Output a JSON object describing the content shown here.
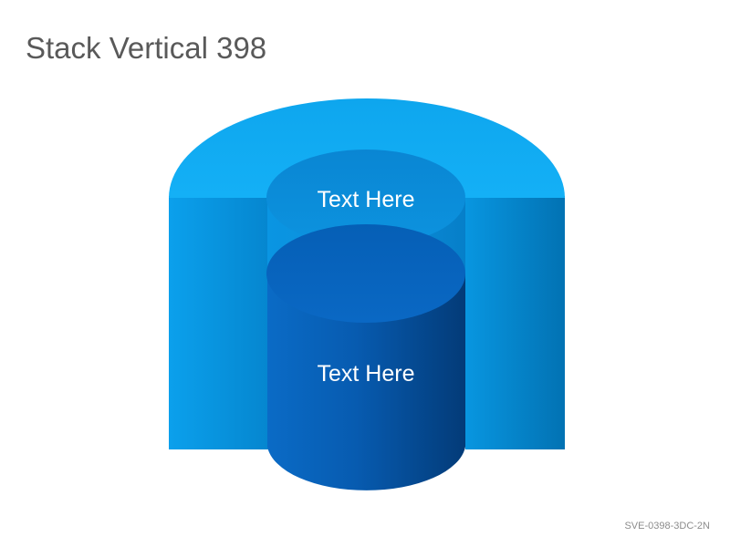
{
  "title": "Stack Vertical 398",
  "diagram": {
    "upper_label": "Text Here",
    "lower_label": "Text Here"
  },
  "footer": {
    "code": "SVE-0398-3DC-2N"
  },
  "colors": {
    "outer_light": "#12a8f0",
    "inner_mid": "#0a86d6",
    "inner_dark": "#0358a8",
    "title_text": "#595959"
  }
}
